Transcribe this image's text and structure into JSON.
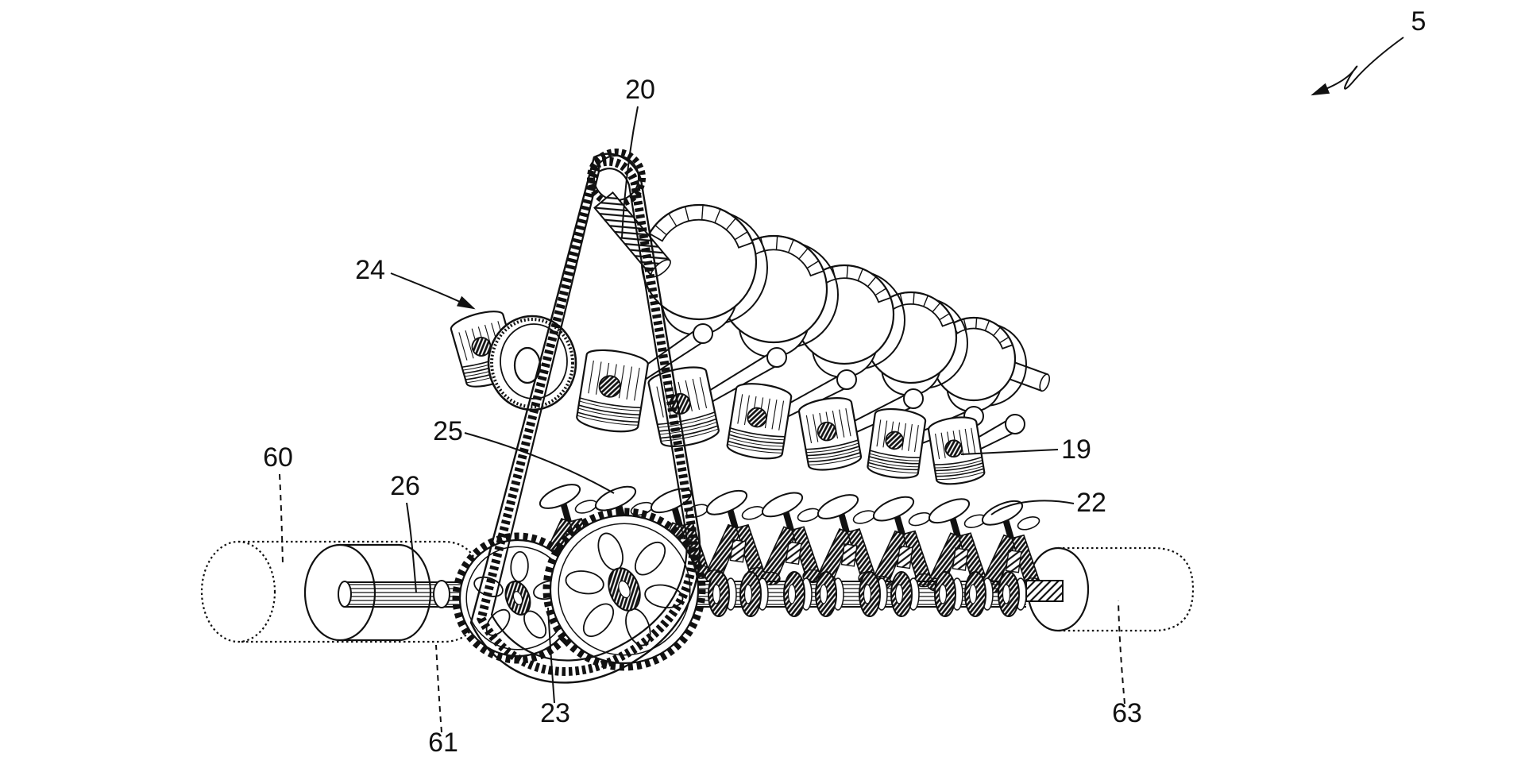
{
  "figure": {
    "kind": "patent-line-drawing",
    "subject": "engine assembly with timing belt drive, crankshaft, pistons, cam followers, camshaft and end cylinders",
    "background_color": "#ffffff",
    "ink_color": "#111111",
    "reference_labels": [
      {
        "text": "5",
        "target": "engine-assembly",
        "leader_style": "zigzag-arrow"
      },
      {
        "text": "20",
        "target": "crankshaft-nose",
        "leader_style": "solid"
      },
      {
        "text": "24",
        "target": "timing-belt",
        "leader_style": "curved-arrow"
      },
      {
        "text": "25",
        "target": "tappet-pad",
        "leader_style": "solid-curved"
      },
      {
        "text": "19",
        "target": "piston",
        "leader_style": "solid"
      },
      {
        "text": "22",
        "target": "cam-follower-pad",
        "leader_style": "solid-curved"
      },
      {
        "text": "60",
        "target": "left-end-cylinder",
        "leader_style": "dashed"
      },
      {
        "text": "26",
        "target": "shaft",
        "leader_style": "solid-curved"
      },
      {
        "text": "23",
        "target": "camshaft-sprocket",
        "leader_style": "solid"
      },
      {
        "text": "61",
        "target": "left-cylinder-bore",
        "leader_style": "dashed"
      },
      {
        "text": "63",
        "target": "right-end-cylinder",
        "leader_style": "dashed"
      }
    ]
  }
}
